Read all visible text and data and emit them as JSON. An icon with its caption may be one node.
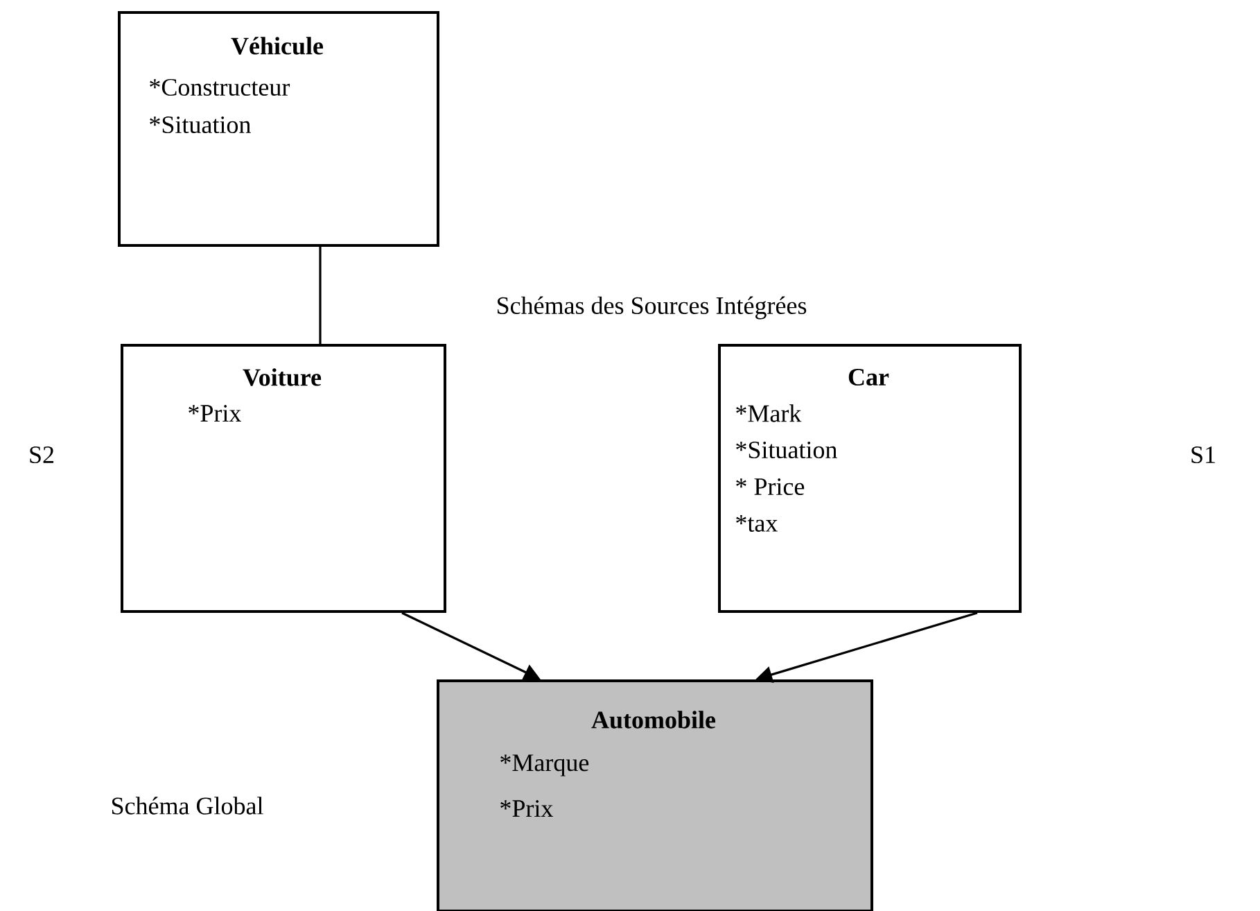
{
  "diagram": {
    "nodes": [
      {
        "text": [
          "Véhicule",
          "*Constructeur",
          "*Situation"
        ]
      },
      {
        "text": [
          "Voiture",
          "*Prix"
        ]
      },
      {
        "text": [
          "Car",
          "*Mark",
          "*Situation",
          "* Price",
          "*tax"
        ]
      },
      {
        "text": [
          "Automobile",
          "*Marque",
          "*Prix"
        ]
      }
    ],
    "edges": [
      {
        "from": 0,
        "to": 1,
        "arrow": "none"
      },
      {
        "from": 1,
        "to": 3,
        "arrow": "to"
      },
      {
        "from": 2,
        "to": 3,
        "arrow": "to"
      }
    ],
    "labels": [
      "Schémas des Sources Intégrées",
      "S2",
      "S1",
      "Schéma Global"
    ]
  }
}
